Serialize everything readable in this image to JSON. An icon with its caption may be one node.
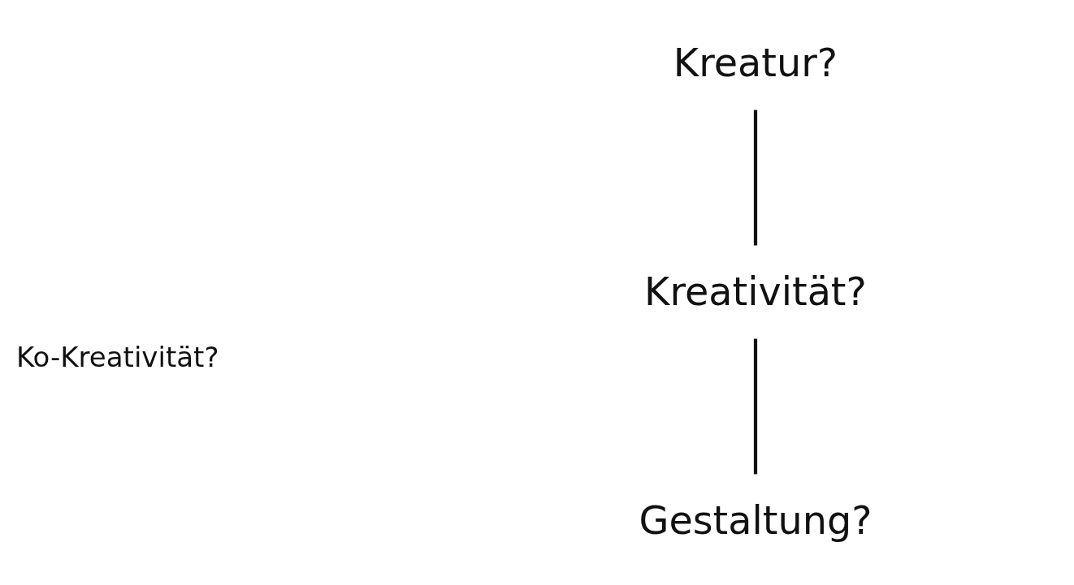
{
  "diagram": {
    "nodes": [
      {
        "text": [
          "Kreatur?"
        ]
      },
      {
        "text": [
          "Kreativität?"
        ]
      },
      {
        "text": [
          "Gestaltung?"
        ]
      }
    ],
    "edges": [
      {
        "from": 0,
        "to": 1,
        "arrow": "none"
      },
      {
        "from": 1,
        "to": 2,
        "arrow": "none"
      }
    ],
    "labels": [
      "Ko-Kreativität?"
    ]
  }
}
